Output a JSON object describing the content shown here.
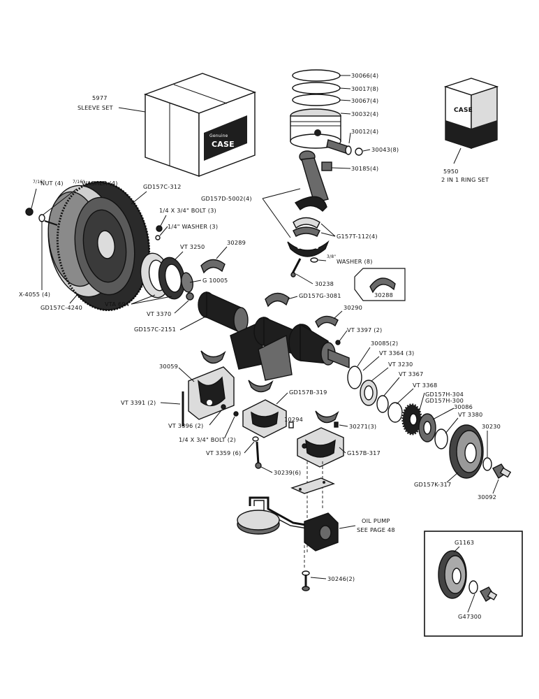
{
  "labels": {
    "sleeve_set_num": "5977",
    "sleeve_set_name": "SLEEVE SET",
    "ring_set_num": "5950",
    "ring_set_name": "2 IN 1 RING SET",
    "ring1": "30066(4)",
    "ring2": "30017(8)",
    "ring3": "30067(4)",
    "piston": "30032(4)",
    "piston_pin": "30012(4)",
    "pin_retainer": "30043(8)",
    "bushing": "30185(4)",
    "conn_rod": "GD157D-5002(4)",
    "rod_bearing": "G157T-112(4)",
    "washer_8": "WASHER (8)",
    "washer_8_frac": "3/8\"",
    "rod_bolt": "30238",
    "bearing_30288": "30288",
    "nut_frac": "7/16\"",
    "nut": "NUT (4)",
    "washer4_frac": "7/16\"",
    "washer4": "WASHER (4)",
    "flywheel_ring": "GD157C-312",
    "bolt3": "1/4 X 3/4\" BOLT (3)",
    "washer3": "1/4\" WASHER (3)",
    "x4055": "X-4055 (4)",
    "flywheel": "GD157C-4240",
    "vt3250": "VT 3250",
    "bearing_30289": "30289",
    "g10005": "G 10005",
    "vta694": "VTA 694",
    "vt3370": "VT 3370",
    "gd157g3081": "GD157G-3081",
    "bearing_30290": "30290",
    "crankshaft": "GD157C-2151",
    "vt3397": "VT 3397 (2)",
    "p30085": "30085(2)",
    "vt3364": "VT 3364 (3)",
    "vt3230": "VT 3230",
    "vt3367": "VT 3367",
    "vt3368": "VT 3368",
    "gd157h304": "GD157H-304",
    "gd157h300": "GD157H-300",
    "p30086": "30086",
    "vt3380": "VT 3380",
    "p30230": "30230",
    "gd157k317": "GD157K-317",
    "p30092": "30092",
    "p30059": "30059",
    "vt3391": "VT 3391 (2)",
    "vt3396": "VT 3396 (2)",
    "bolt2": "1/4 X 3/4\" BOLT (2)",
    "vt3359": "VT 3359 (6)",
    "gd157b319": "GD157B-319",
    "p10294": "10294",
    "p30271": "30271(3)",
    "g157b317": "G157B-317",
    "p30239": "30239(6)",
    "oil_pump_1": "OIL   PUMP",
    "oil_pump_2": "SEE   PAGE 48",
    "p30246": "30246(2)",
    "g1163": "G1163",
    "g47300": "G47300"
  },
  "box_text": {
    "brand": "CASE",
    "brand_small": "Genuine"
  }
}
